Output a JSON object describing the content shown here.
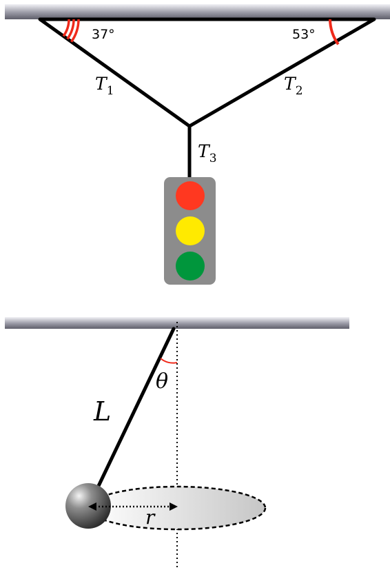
{
  "top_diagram": {
    "angle_left": "37°",
    "angle_right": "53°",
    "tension_left": {
      "base": "T",
      "sub": "1"
    },
    "tension_right": {
      "base": "T",
      "sub": "2"
    },
    "tension_down": {
      "base": "T",
      "sub": "3"
    },
    "traffic_light": {
      "housing_color": "#8c8c8c",
      "lamps": [
        {
          "name": "red-lamp",
          "color": "#ff3820"
        },
        {
          "name": "yellow-lamp",
          "color": "#ffea00"
        },
        {
          "name": "green-lamp",
          "color": "#00963c"
        }
      ]
    },
    "angle_arc_color": "#ef2a1b"
  },
  "bottom_diagram": {
    "length_label": "L",
    "angle_label": "θ",
    "radius_label": "r"
  }
}
